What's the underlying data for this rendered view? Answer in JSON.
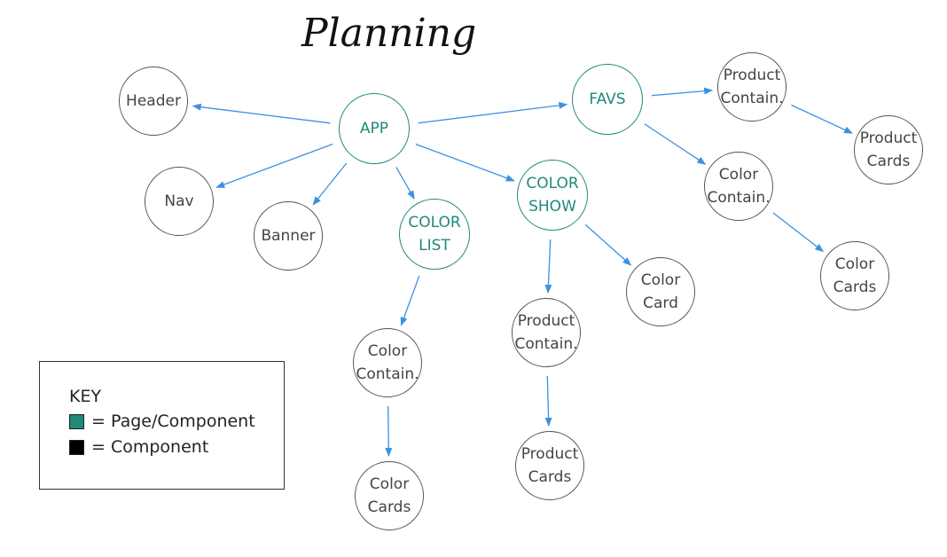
{
  "title": "Planning",
  "colors": {
    "page": "#1e8a7a",
    "component": "#000000",
    "arrow": "#3f8fe0"
  },
  "nodes": [
    {
      "id": "header",
      "label": "Header",
      "kind": "component"
    },
    {
      "id": "nav",
      "label": "Nav",
      "kind": "component"
    },
    {
      "id": "banner",
      "label": "Banner",
      "kind": "component"
    },
    {
      "id": "app",
      "label": "APP",
      "kind": "page"
    },
    {
      "id": "color_list",
      "label": "COLOR\nLIST",
      "kind": "page"
    },
    {
      "id": "color_show",
      "label": "COLOR\nSHOW",
      "kind": "page"
    },
    {
      "id": "favs",
      "label": "FAVS",
      "kind": "page"
    },
    {
      "id": "cl_color_contain",
      "label": "Color\nContain.",
      "kind": "component"
    },
    {
      "id": "cl_color_cards",
      "label": "Color\nCards",
      "kind": "component"
    },
    {
      "id": "cs_product_contain",
      "label": "Product\nContain.",
      "kind": "component"
    },
    {
      "id": "cs_product_cards",
      "label": "Product\nCards",
      "kind": "component"
    },
    {
      "id": "cs_color_card",
      "label": "Color\nCard",
      "kind": "component"
    },
    {
      "id": "fv_product_contain",
      "label": "Product\nContain.",
      "kind": "component"
    },
    {
      "id": "fv_product_cards",
      "label": "Product\nCards",
      "kind": "component"
    },
    {
      "id": "fv_color_contain",
      "label": "Color\nContain.",
      "kind": "component"
    },
    {
      "id": "fv_color_cards",
      "label": "Color\nCards",
      "kind": "component"
    }
  ],
  "edges": [
    {
      "from": "app",
      "to": "header"
    },
    {
      "from": "app",
      "to": "nav"
    },
    {
      "from": "app",
      "to": "banner"
    },
    {
      "from": "app",
      "to": "color_list"
    },
    {
      "from": "app",
      "to": "color_show"
    },
    {
      "from": "app",
      "to": "favs"
    },
    {
      "from": "color_list",
      "to": "cl_color_contain"
    },
    {
      "from": "cl_color_contain",
      "to": "cl_color_cards"
    },
    {
      "from": "color_show",
      "to": "cs_product_contain"
    },
    {
      "from": "color_show",
      "to": "cs_color_card"
    },
    {
      "from": "cs_product_contain",
      "to": "cs_product_cards"
    },
    {
      "from": "favs",
      "to": "fv_product_contain"
    },
    {
      "from": "favs",
      "to": "fv_color_contain"
    },
    {
      "from": "fv_product_contain",
      "to": "fv_product_cards"
    },
    {
      "from": "fv_color_contain",
      "to": "fv_color_cards"
    }
  ],
  "key": {
    "title": "KEY",
    "page_label": "= Page/Component",
    "component_label": "= Component"
  }
}
